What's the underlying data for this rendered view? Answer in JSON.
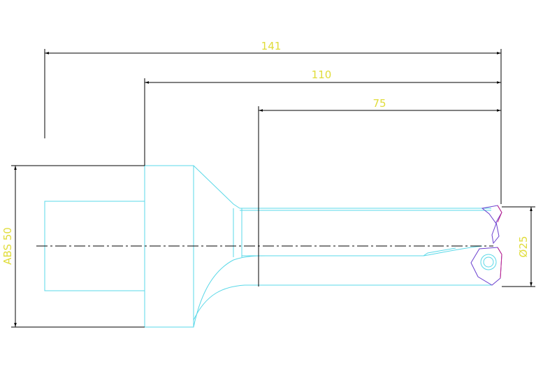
{
  "drawing": {
    "colors": {
      "background": "#ffffff",
      "dimension_line": "#000000",
      "dimension_text": "#e0dc3a",
      "outline": "#5ad8e8",
      "insert_edge": "#c0208a",
      "insert_edge_alt": "#6a3fcf"
    },
    "dimensions": {
      "overall_length": "141",
      "flange_to_tip": "110",
      "body_length": "75",
      "shank_diameter": "ABS 50",
      "drill_diameter": "Ø25"
    }
  }
}
